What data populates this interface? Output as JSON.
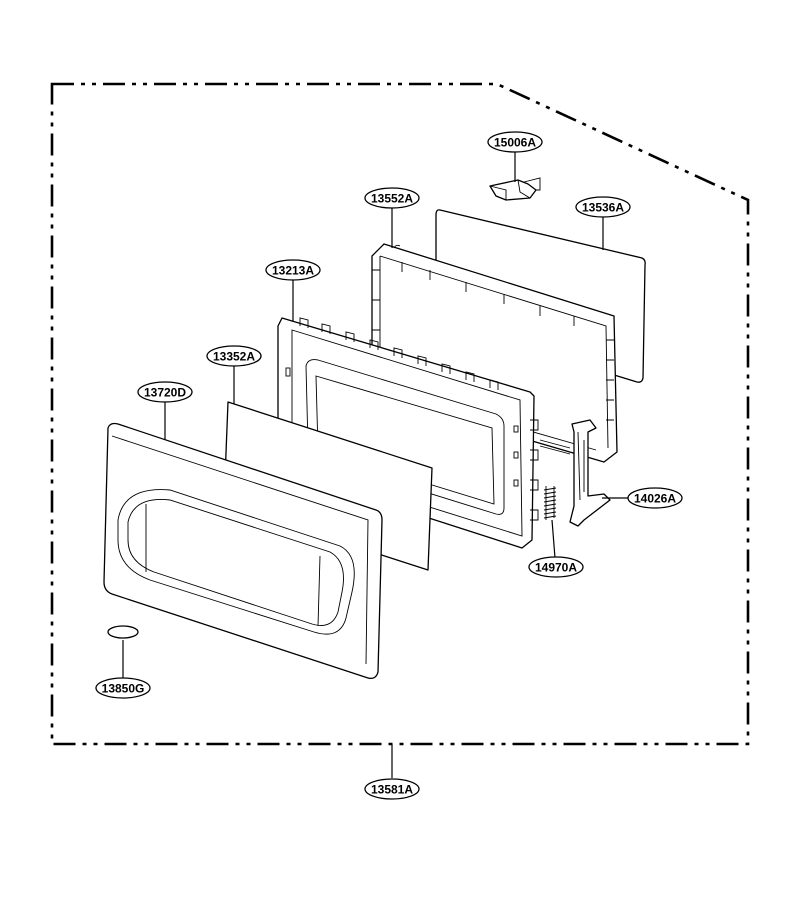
{
  "diagram": {
    "callouts": {
      "c15006A": "15006A",
      "c13552A": "13552A",
      "c13536A": "13536A",
      "c13213A": "13213A",
      "c13352A": "13352A",
      "c13720D": "13720D",
      "c14026A": "14026A",
      "c14970A": "14970A",
      "c13850G": "13850G",
      "c13581A": "13581A"
    }
  }
}
